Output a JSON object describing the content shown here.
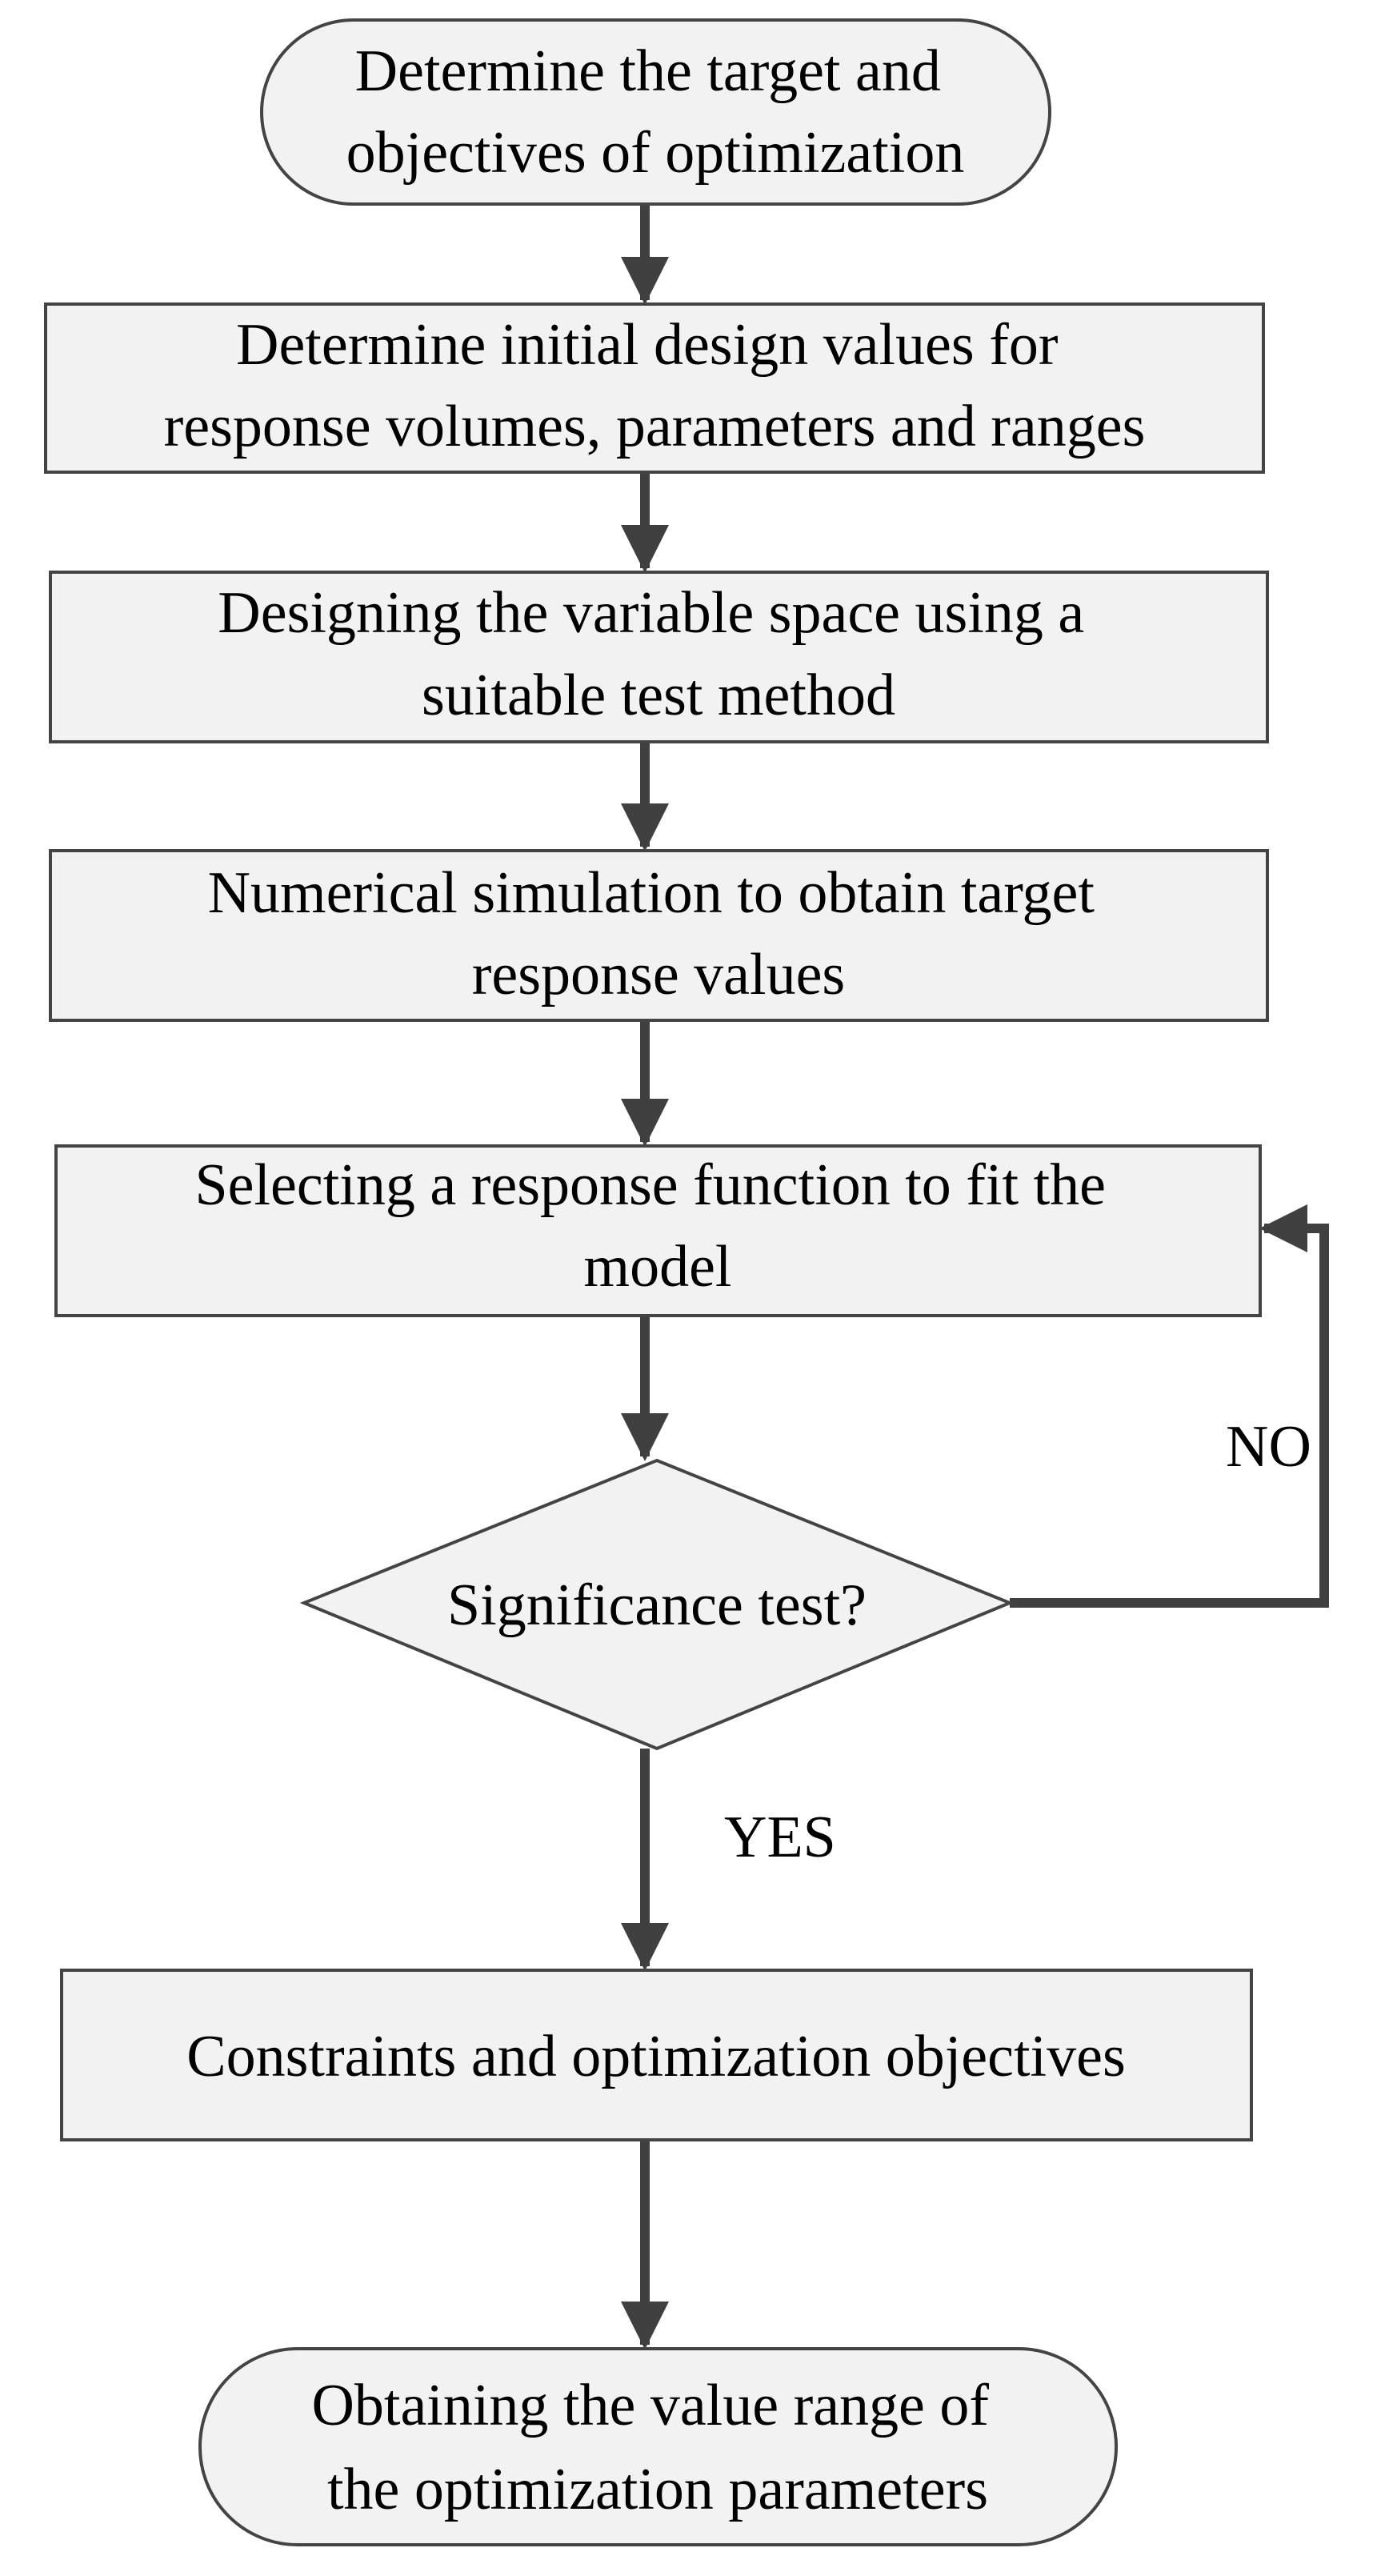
{
  "diagram": {
    "type": "flowchart",
    "colors": {
      "node_fill": "#f2f2f2",
      "node_stroke": "#444444",
      "arrow": "#404040",
      "text": "#000000"
    },
    "nodes": [
      {
        "id": "start",
        "shape": "terminator",
        "lines": [
          "Determine the target and",
          "objectives of optimization"
        ]
      },
      {
        "id": "step1",
        "shape": "process",
        "lines": [
          "Determine initial design values for",
          "response volumes, parameters and ranges"
        ]
      },
      {
        "id": "step2",
        "shape": "process",
        "lines": [
          "Designing the variable space using a",
          "suitable test method"
        ]
      },
      {
        "id": "step3",
        "shape": "process",
        "lines": [
          "Numerical simulation to obtain target",
          "response values"
        ]
      },
      {
        "id": "step4",
        "shape": "process",
        "lines": [
          "Selecting a response function to fit the",
          "model"
        ]
      },
      {
        "id": "decision",
        "shape": "decision",
        "lines": [
          "Significance test?"
        ]
      },
      {
        "id": "step5",
        "shape": "process",
        "lines": [
          "Constraints and optimization objectives"
        ]
      },
      {
        "id": "end",
        "shape": "terminator",
        "lines": [
          "Obtaining the value range of",
          "the optimization parameters"
        ]
      }
    ],
    "edges": [
      {
        "from": "start",
        "to": "step1",
        "label": ""
      },
      {
        "from": "step1",
        "to": "step2",
        "label": ""
      },
      {
        "from": "step2",
        "to": "step3",
        "label": ""
      },
      {
        "from": "step3",
        "to": "step4",
        "label": ""
      },
      {
        "from": "step4",
        "to": "decision",
        "label": ""
      },
      {
        "from": "decision",
        "to": "step4",
        "label": "NO"
      },
      {
        "from": "decision",
        "to": "step5",
        "label": "YES"
      },
      {
        "from": "step5",
        "to": "end",
        "label": ""
      }
    ]
  }
}
